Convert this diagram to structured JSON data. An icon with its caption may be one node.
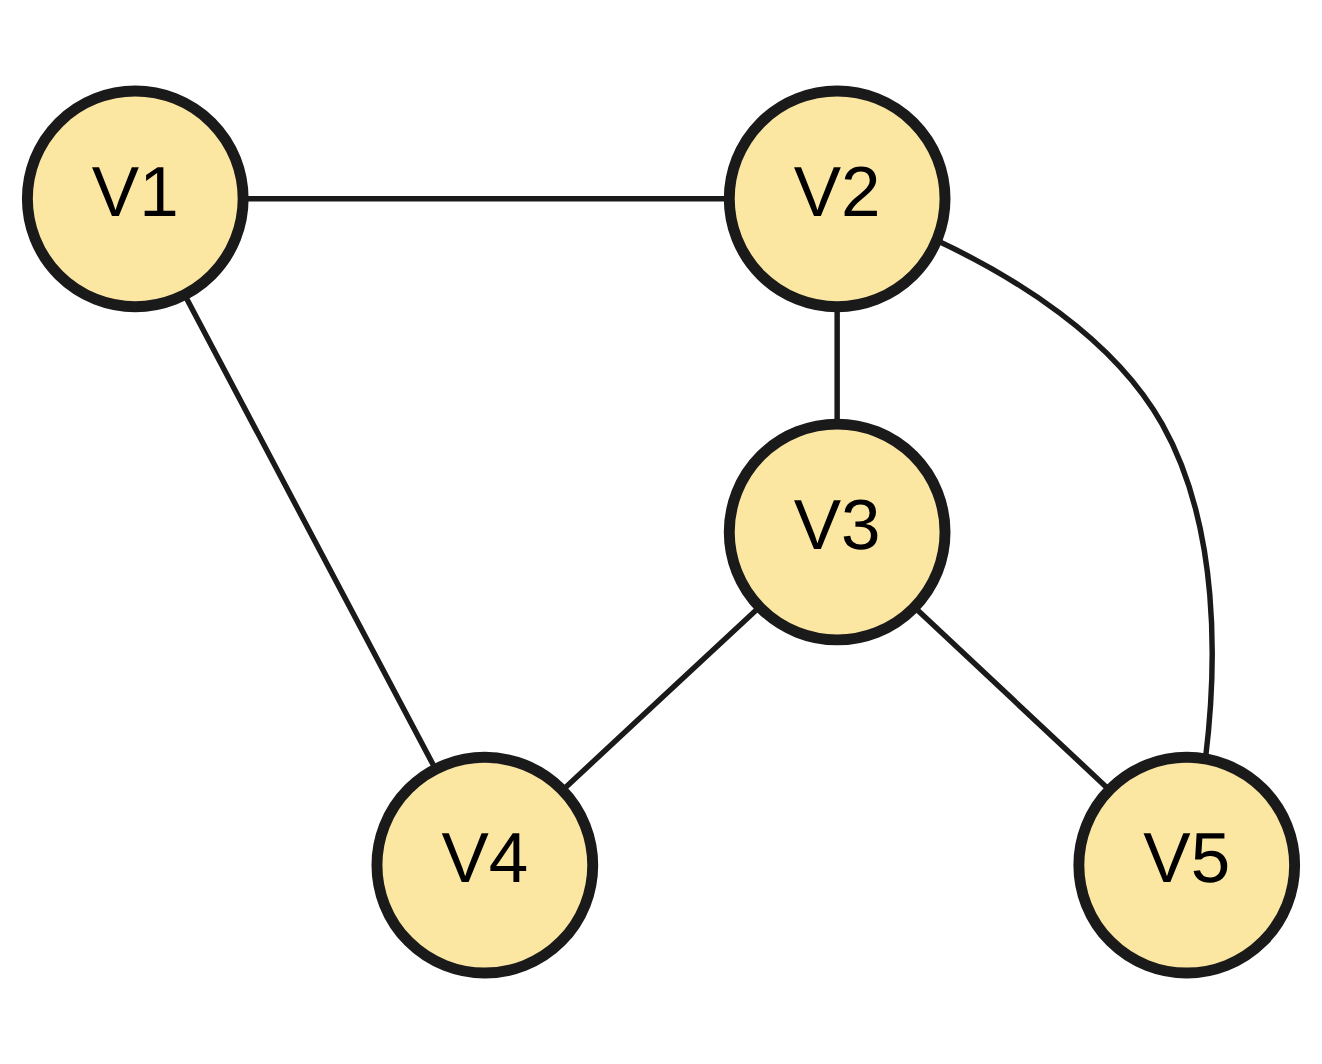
{
  "diagram": {
    "nodes": [
      {
        "text": [
          "V1"
        ]
      },
      {
        "text": [
          "V2"
        ]
      },
      {
        "text": [
          "V3"
        ]
      },
      {
        "text": [
          "V4"
        ]
      },
      {
        "text": [
          "V5"
        ]
      }
    ],
    "edges": [
      {
        "from": 0,
        "to": 1,
        "arrow": "none"
      },
      {
        "from": 0,
        "to": 3,
        "arrow": "none"
      },
      {
        "from": 1,
        "to": 2,
        "arrow": "none"
      },
      {
        "from": 1,
        "to": 4,
        "arrow": "none"
      },
      {
        "from": 2,
        "to": 3,
        "arrow": "none"
      },
      {
        "from": 2,
        "to": 4,
        "arrow": "none"
      }
    ]
  }
}
